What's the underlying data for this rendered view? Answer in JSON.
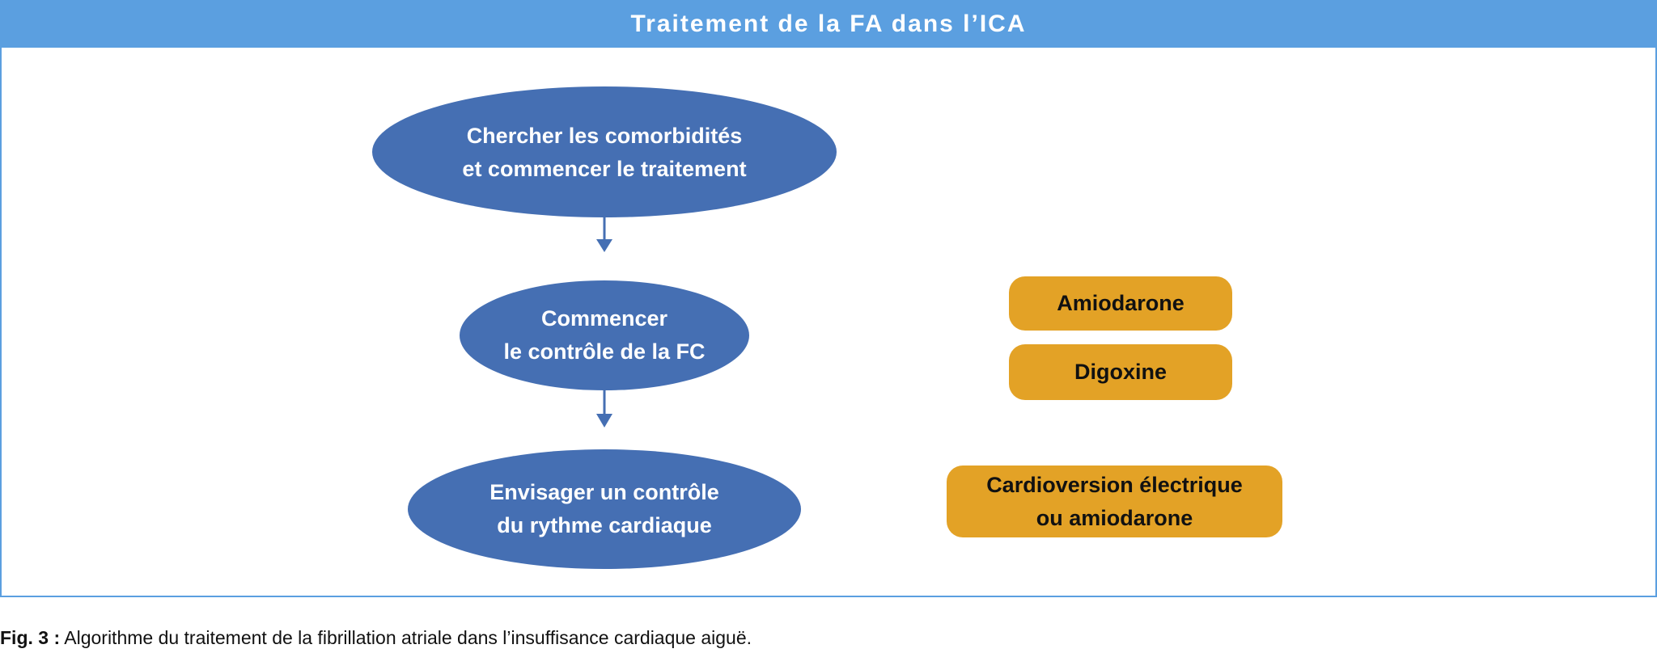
{
  "title": "Traitement de la FA dans l’ICA",
  "nodes": {
    "step1": [
      "Chercher les comorbidités",
      "et commencer le traitement"
    ],
    "step2": [
      "Commencer",
      "le contrôle de la FC"
    ],
    "step3": [
      "Envisager un contrôle",
      "du rythme cardiaque"
    ],
    "option_amiodarone": "Amiodarone",
    "option_digoxine": "Digoxine",
    "option_cardioversion": [
      "Cardioversion électrique",
      "ou amiodarone"
    ]
  },
  "caption": {
    "label": "Fig. 3 :",
    "text": " Algorithme du traitement de la fibrillation atriale dans l’insuffisance cardiaque aiguë."
  },
  "colors": {
    "header": "#5b9fe0",
    "ellipse": "#456fb3",
    "box": "#e3a226"
  }
}
